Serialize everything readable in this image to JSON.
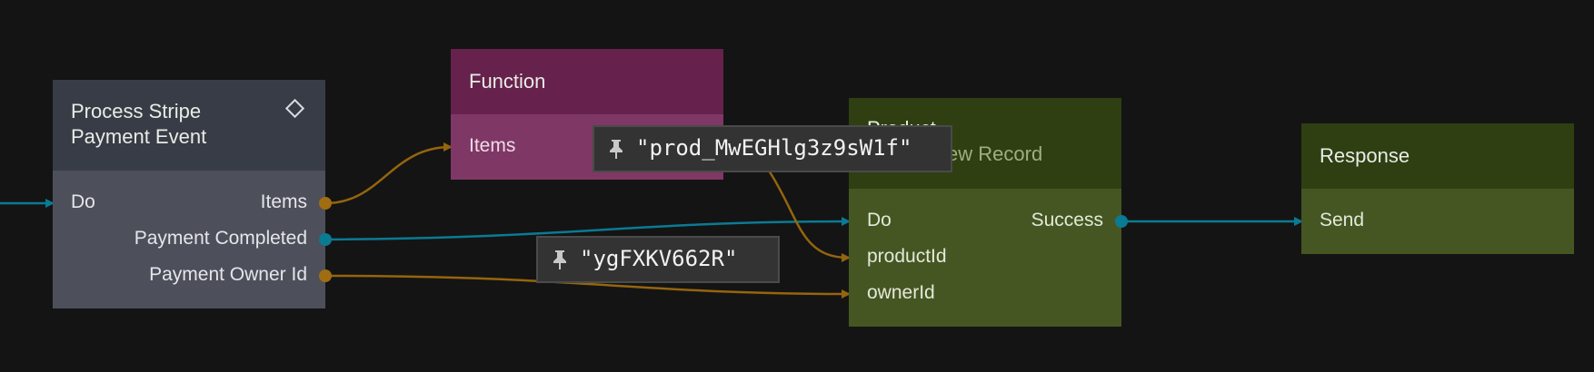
{
  "colors": {
    "background": "#141414",
    "wire_signal": "#0b7a93",
    "wire_data": "#94650e",
    "port_signal": "#0b7a93",
    "port_data": "#a06d12"
  },
  "nodes": {
    "process": {
      "title_line1": "Process Stripe",
      "title_line2": "Payment Event",
      "icon": "diamond-icon",
      "inputs": [
        "Do"
      ],
      "outputs": [
        "Items",
        "Payment Completed",
        "Payment Owner Id"
      ]
    },
    "function": {
      "title": "Function",
      "inputs": [
        "Items"
      ]
    },
    "product": {
      "title_line1": "Product",
      "title_line2": "Create New Record",
      "inputs": [
        "Do",
        "productId",
        "ownerId"
      ],
      "outputs": [
        "Success"
      ]
    },
    "response": {
      "title": "Response",
      "inputs": [
        "Send"
      ]
    }
  },
  "pins": {
    "product_id": "\"prod_MwEGHlg3z9sW1f\"",
    "owner_id": "\"ygFXKV662R\"",
    "icon": "pin-icon"
  }
}
